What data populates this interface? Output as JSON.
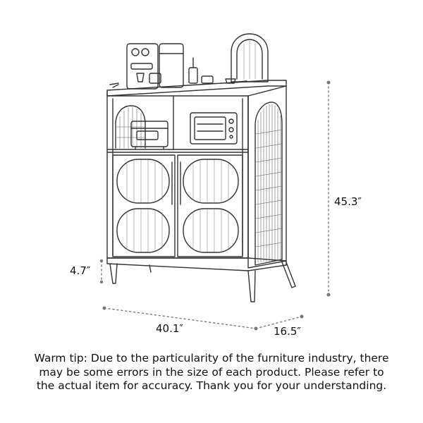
{
  "dimensions": {
    "height": "45.3″",
    "leg_height": "4.7″",
    "width": "40.1″",
    "depth": "16.5″"
  },
  "warm_tip": {
    "lines": [
      "Warm tip: Due to the particularity of the furniture industry, there",
      "may be some errors in the size of each product. Please refer to",
      "the actual item for accuracy. Thank you for your understanding."
    ]
  },
  "colors": {
    "line": "#333333",
    "dim_line": "#777777",
    "text": "#111111",
    "background": "#ffffff"
  }
}
